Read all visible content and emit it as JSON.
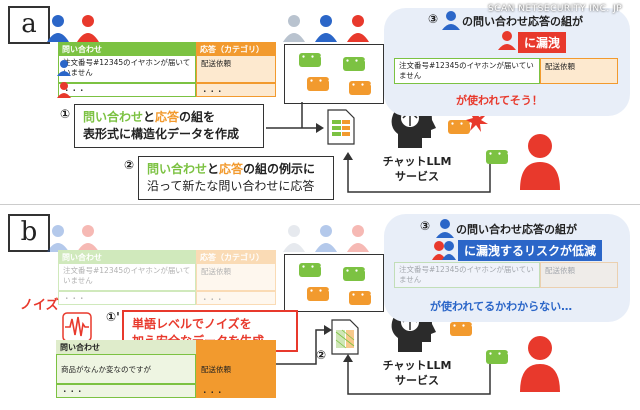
{
  "watermark": "SCAN NETSECURITY INC. JP",
  "panel_a": {
    "letter": "a",
    "table": {
      "header_q": "問い合わせ",
      "header_a": "応答（カテゴリ）",
      "row1_q": "注文番号#12345のイヤホンが届いていません",
      "row1_a": "配送依頼",
      "row2_q": "・・・",
      "row2_a": "・・・"
    },
    "step1": {
      "num": "①",
      "line1_hl_q": "問い合わせ",
      "line1_mid": "と",
      "line1_hl_a": "応答",
      "line1_tail": "の組を",
      "line2": "表形式に構造化データを作成"
    },
    "step2": {
      "num": "②",
      "line1_hl_q": "問い合わせ",
      "line1_mid": "と",
      "line1_hl_a": "応答",
      "line1_tail": "の組の例示に",
      "line2": "沿って新たな問い合わせに応答"
    },
    "step3": {
      "num": "③",
      "line1": "の問い合わせ応答の組が",
      "leak": "に漏洩",
      "row_q": "注文番号#12345のイヤホンが届いていません",
      "row_a": "配送依頼",
      "used": "が使われてそう！"
    },
    "chat_dots": "・・・",
    "llm_line1": "チャットLLM",
    "llm_line2": "サービス"
  },
  "panel_b": {
    "letter": "b",
    "table": {
      "header_q": "問い合わせ",
      "header_a": "応答（カテゴリ）",
      "row1_q": "注文番号#12345のイヤホンが届いていません",
      "row1_a": "配送依頼",
      "row2_q": "・・・",
      "row2_a": "・・・"
    },
    "noise_label": "ノイズ",
    "step1": {
      "num": "①'",
      "line1": "単語レベルでノイズを",
      "line2": "加え安全なデータを生成"
    },
    "noisy_table": {
      "header_q": "問い合わせ",
      "row1_q": "商品がなんか変なのですが",
      "row1_a": "配送依頼",
      "row2_q": "・・・",
      "row2_a": "・・・"
    },
    "step2": {
      "num": "②"
    },
    "step3": {
      "num": "③",
      "line1": "の問い合わせ応答の組が",
      "risk": "に漏洩するリスクが低減",
      "row_q": "注文番号#12345のイヤホンが届いていません",
      "row_a": "配送依頼",
      "unknown": "が使われてるかわからない…"
    },
    "llm_line1": "チャットLLM",
    "llm_line2": "サービス"
  },
  "colors": {
    "green": "#7cc242",
    "orange": "#f29a2e",
    "red": "#e8392c",
    "blue": "#2b66c8",
    "bubble": "#e8eef8"
  }
}
